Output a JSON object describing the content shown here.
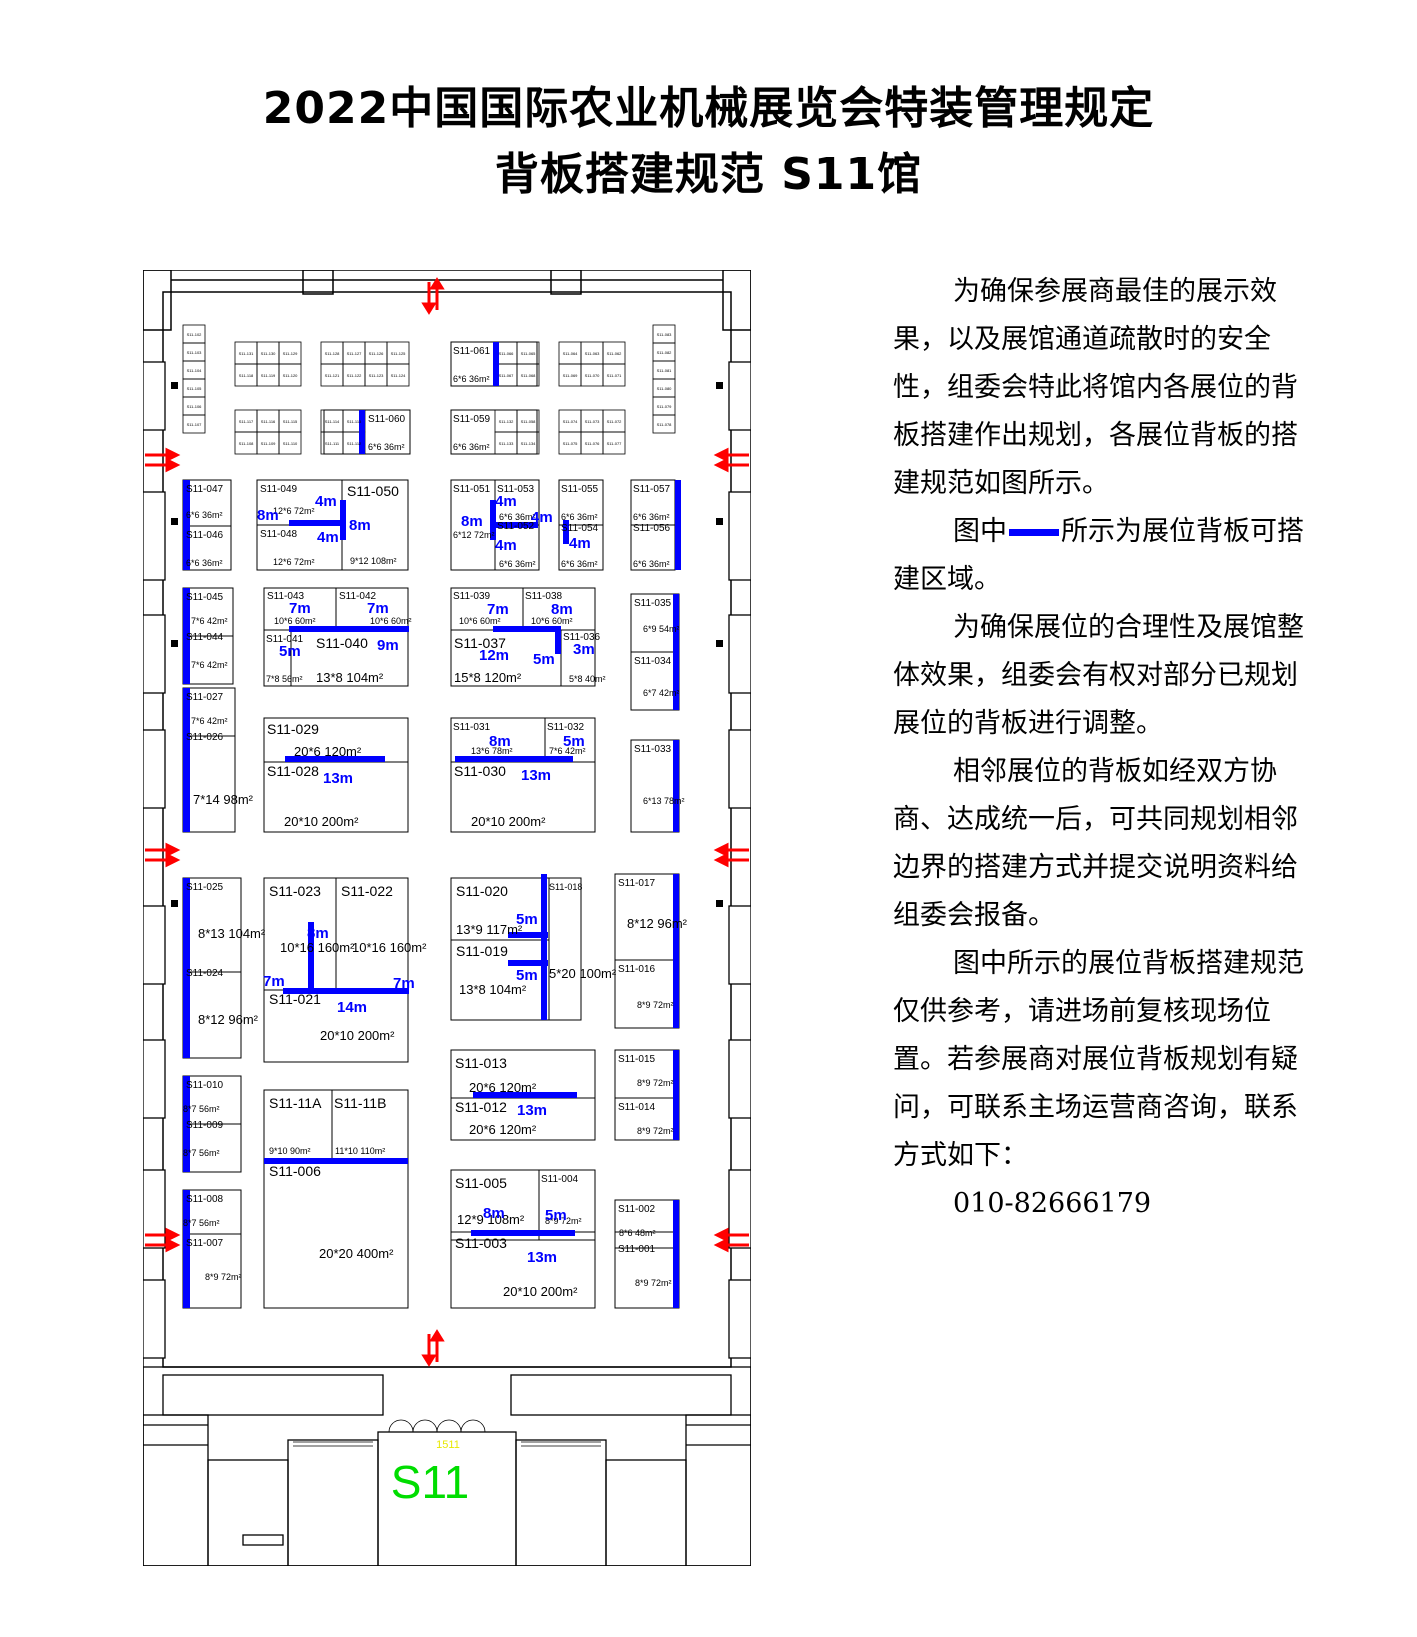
{
  "header": {
    "title_line1": "2022中国国际农业机械展览会特装管理规定",
    "title_line2": "背板搭建规范 S11馆"
  },
  "colors": {
    "backboard": "#0000ff",
    "dim_label": "#0000ff",
    "arrow": "#ff0000",
    "hall_label": "#00dd00",
    "entrance_label": "#e8e800"
  },
  "hall": {
    "name": "S11",
    "entrance_label": "1511"
  },
  "description": {
    "p1": "为确保参展商最佳的展示效果，以及展馆通道疏散时的安全性，组委会特此将馆内各展位的背板搭建作出规划，各展位背板的搭建规范如图所示。",
    "p2_before": "图中",
    "p2_after": "所示为展位背板可搭建区域。",
    "p3": "为确保展位的合理性及展馆整体效果，组委会有权对部分已规划展位的背板进行调整。",
    "p4": "相邻展位的背板如经双方协商、达成统一后，可共同规划相邻边界的搭建方式并提交说明资料给组委会报备。",
    "p5": "图中所示的展位背板搭建规范仅供参考，请进场前复核现场位置。若参展商对展位背板规划有疑问，可联系主场运营商咨询，联系方式如下：",
    "phone": "010-82666179"
  },
  "booths": [
    {
      "id": "S11-047",
      "text": [
        "S11-047",
        "6*6 36m²"
      ]
    },
    {
      "id": "S11-046",
      "text": [
        "S11-046",
        "6*6 36m²"
      ]
    },
    {
      "id": "S11-049",
      "text": [
        "S11-049",
        "12*6 72m²"
      ]
    },
    {
      "id": "S11-048",
      "text": [
        "S11-048",
        "12*6 72m²"
      ]
    },
    {
      "id": "S11-050",
      "text": [
        "S11-050",
        "9*12 108m²"
      ]
    },
    {
      "id": "S11-051",
      "text": [
        "S11-051",
        "6*12 72m²"
      ]
    },
    {
      "id": "S11-053",
      "text": [
        "S11-053",
        "6*6 36m²"
      ]
    },
    {
      "id": "S11-052",
      "text": [
        "S11-052",
        "6*6 36m²"
      ]
    },
    {
      "id": "S11-055",
      "text": [
        "S11-055",
        "6*6 36m²"
      ]
    },
    {
      "id": "S11-054",
      "text": [
        "S11-054",
        "6*6 36m²"
      ]
    },
    {
      "id": "S11-057",
      "text": [
        "S11-057",
        "6*6 36m²"
      ]
    },
    {
      "id": "S11-056",
      "text": [
        "S11-056",
        "6*6 36m²"
      ]
    },
    {
      "id": "S11-045",
      "text": [
        "S11-045",
        "7*6 42m²"
      ]
    },
    {
      "id": "S11-044",
      "text": [
        "S11-044",
        "7*6 42m²"
      ]
    },
    {
      "id": "S11-043",
      "text": [
        "S11-043",
        "10*6 60m²"
      ]
    },
    {
      "id": "S11-042",
      "text": [
        "S11-042",
        "10*6 60m²"
      ]
    },
    {
      "id": "S11-041",
      "text": [
        "S11-041",
        "7*8 56m²"
      ]
    },
    {
      "id": "S11-040",
      "text": [
        "S11-040",
        "13*8 104m²"
      ]
    },
    {
      "id": "S11-039",
      "text": [
        "S11-039",
        "10*6 60m²"
      ]
    },
    {
      "id": "S11-038",
      "text": [
        "S11-038",
        "10*6 60m²"
      ]
    },
    {
      "id": "S11-037",
      "text": [
        "S11-037",
        "15*8 120m²"
      ]
    },
    {
      "id": "S11-036",
      "text": [
        "S11-036",
        "5*8 40m²"
      ]
    },
    {
      "id": "S11-035",
      "text": [
        "S11-035",
        "6*9 54m²"
      ]
    },
    {
      "id": "S11-034",
      "text": [
        "S11-034",
        "6*7 42m²"
      ]
    },
    {
      "id": "S11-027",
      "text": [
        "S11-027",
        "7*6 42m²"
      ]
    },
    {
      "id": "S11-026",
      "text": [
        "S11-026",
        "7*14 98m²"
      ]
    },
    {
      "id": "S11-029",
      "text": [
        "S11-029",
        "20*6 120m²"
      ]
    },
    {
      "id": "S11-028",
      "text": [
        "S11-028",
        "20*10 200m²"
      ]
    },
    {
      "id": "S11-031",
      "text": [
        "S11-031",
        "13*6 78m²"
      ]
    },
    {
      "id": "S11-032",
      "text": [
        "S11-032",
        "7*6 42m²"
      ]
    },
    {
      "id": "S11-030",
      "text": [
        "S11-030",
        "20*10 200m²"
      ]
    },
    {
      "id": "S11-033",
      "text": [
        "S11-033",
        "6*13 78m²"
      ]
    },
    {
      "id": "S11-025",
      "text": [
        "S11-025",
        "8*13 104m²"
      ]
    },
    {
      "id": "S11-024",
      "text": [
        "S11-024",
        "8*12 96m²"
      ]
    },
    {
      "id": "S11-023",
      "text": [
        "S11-023",
        "10*16 160m²"
      ]
    },
    {
      "id": "S11-022",
      "text": [
        "S11-022",
        "10*16 160m²"
      ]
    },
    {
      "id": "S11-021",
      "text": [
        "S11-021",
        "20*10 200m²"
      ]
    },
    {
      "id": "S11-020",
      "text": [
        "S11-020",
        "13*9 117m²"
      ]
    },
    {
      "id": "S11-019",
      "text": [
        "S11-019",
        "13*8 104m²"
      ]
    },
    {
      "id": "S11-018",
      "text": [
        "S11-018",
        "5*20 100m²"
      ]
    },
    {
      "id": "S11-017",
      "text": [
        "S11-017",
        "8*12 96m²"
      ]
    },
    {
      "id": "S11-016",
      "text": [
        "S11-016",
        "8*9 72m²"
      ]
    },
    {
      "id": "S11-010",
      "text": [
        "S11-010",
        "8*7 56m²"
      ]
    },
    {
      "id": "S11-009",
      "text": [
        "S11-009",
        "8*7 56m²"
      ]
    },
    {
      "id": "S11-11A",
      "text": [
        "S11-11A",
        "9*10 90m²"
      ]
    },
    {
      "id": "S11-11B",
      "text": [
        "S11-11B",
        "11*10 110m²"
      ]
    },
    {
      "id": "S11-006",
      "text": [
        "S11-006",
        "20*20 400m²"
      ]
    },
    {
      "id": "S11-013",
      "text": [
        "S11-013",
        "20*6 120m²"
      ]
    },
    {
      "id": "S11-012",
      "text": [
        "S11-012",
        "20*6 120m²"
      ]
    },
    {
      "id": "S11-015",
      "text": [
        "S11-015",
        "8*9 72m²"
      ]
    },
    {
      "id": "S11-014",
      "text": [
        "S11-014",
        "8*9 72m²"
      ]
    },
    {
      "id": "S11-008",
      "text": [
        "S11-008",
        "8*7 56m²"
      ]
    },
    {
      "id": "S11-007",
      "text": [
        "S11-007",
        "8*9 72m²"
      ]
    },
    {
      "id": "S11-005",
      "text": [
        "S11-005",
        "12*9 108m²"
      ]
    },
    {
      "id": "S11-004",
      "text": [
        "S11-004",
        "8*9 72m²"
      ]
    },
    {
      "id": "S11-003",
      "text": [
        "S11-003",
        "20*10 200m²"
      ]
    },
    {
      "id": "S11-002",
      "text": [
        "S11-002",
        "8*6 48m²"
      ]
    },
    {
      "id": "S11-001",
      "text": [
        "S11-001",
        "8*9 72m²"
      ]
    },
    {
      "id": "S11-061",
      "text": [
        "S11-061",
        "6*6 36m²"
      ]
    },
    {
      "id": "S11-060",
      "text": [
        "S11-060",
        "6*6 36m²"
      ]
    },
    {
      "id": "S11-059",
      "text": [
        "S11-059",
        "6*6 36m²"
      ]
    }
  ],
  "small_booth_labels": {
    "c1": [
      "S11-102",
      "S11-103",
      "S11-104",
      "S11-105",
      "S11-106",
      "S11-107"
    ],
    "c2r1": [
      "S11-131",
      "S11-130",
      "S11-129"
    ],
    "c2r2": [
      "S11-118",
      "S11-119",
      "S11-120"
    ],
    "c3r1": [
      "S11-128",
      "S11-127",
      "S11-126",
      "S11-125"
    ],
    "c3r2": [
      "S11-121",
      "S11-122",
      "S11-123",
      "S11-124"
    ],
    "c2r3": [
      "S11-117",
      "S11-116",
      "S11-115"
    ],
    "c2r4": [
      "S11-108",
      "S11-109",
      "S11-110"
    ],
    "c3r3": [
      "S11-114",
      "S11-113"
    ],
    "c3r4": [
      "S11-111",
      "S11-112"
    ],
    "c4r1": [
      "S11-066",
      "S11-065"
    ],
    "c4r2": [
      "S11-067",
      "S11-068"
    ],
    "c4r3": [
      "S11-132",
      "S11-058"
    ],
    "c4r4": [
      "S11-133",
      "S11-134"
    ],
    "c5r1": [
      "S11-064",
      "S11-063",
      "S11-062"
    ],
    "c5r2": [
      "S11-069",
      "S11-070",
      "S11-071"
    ],
    "c5r3": [
      "S11-074",
      "S11-073",
      "S11-072"
    ],
    "c5r4": [
      "S11-075",
      "S11-076",
      "S11-077"
    ],
    "c6": [
      "S11-083",
      "S11-082",
      "S11-081",
      "S11-080",
      "S11-079",
      "S11-078"
    ]
  },
  "dims": [
    "4m",
    "8m",
    "4m",
    "8m",
    "4m",
    "8m",
    "4m",
    "4m",
    "4m",
    "7m",
    "7m",
    "5m",
    "9m",
    "7m",
    "8m",
    "12m",
    "5m",
    "3m",
    "8m",
    "5m",
    "13m",
    "13m",
    "8m",
    "7m",
    "14m",
    "7m",
    "5m",
    "5m",
    "13m",
    "8m",
    "5m",
    "13m"
  ]
}
